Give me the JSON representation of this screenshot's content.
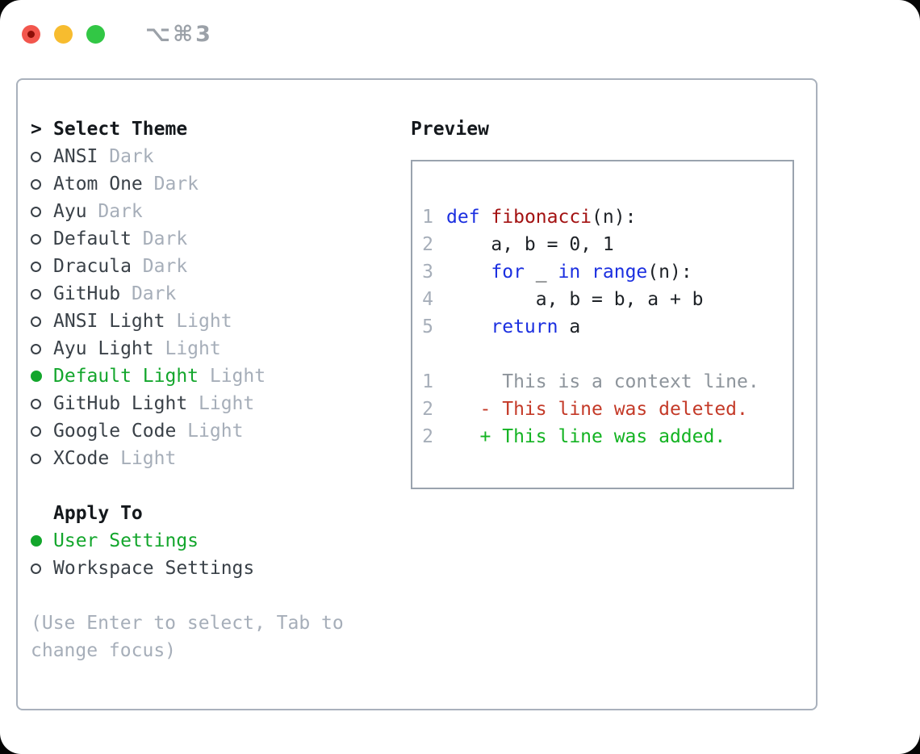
{
  "colors": {
    "ink": "#14181c",
    "item": "#3a4148",
    "muted": "#a6aeb9",
    "ctx": "#8d949b",
    "green": "#13a62c",
    "add": "#13b322",
    "del": "#c43a28",
    "kw": "#1b2fe0",
    "fn": "#a31212",
    "code": "#1d2126",
    "border-outer": "#a9b1bc",
    "border-inner": "#9aa3ae",
    "tl-red": "#f2564d",
    "tl-red-dot": "#8c0f08",
    "tl-yellow": "#f7bc2f",
    "tl-green": "#32c745",
    "shortcut": "#9ba1a8"
  },
  "titlebar": {
    "shortcut": "⌥⌘3",
    "controls": [
      "close",
      "minimize",
      "zoom"
    ]
  },
  "theme_panel": {
    "title_prefix": ">",
    "title": "Select Theme",
    "themes": [
      {
        "name": "ANSI",
        "tag": "Dark",
        "selected": false
      },
      {
        "name": "Atom One",
        "tag": "Dark",
        "selected": false
      },
      {
        "name": "Ayu",
        "tag": "Dark",
        "selected": false
      },
      {
        "name": "Default",
        "tag": "Dark",
        "selected": false
      },
      {
        "name": "Dracula",
        "tag": "Dark",
        "selected": false
      },
      {
        "name": "GitHub",
        "tag": "Dark",
        "selected": false
      },
      {
        "name": "ANSI Light",
        "tag": "Light",
        "selected": false
      },
      {
        "name": "Ayu Light",
        "tag": "Light",
        "selected": false
      },
      {
        "name": "Default Light",
        "tag": "Light",
        "selected": true
      },
      {
        "name": "GitHub Light",
        "tag": "Light",
        "selected": false
      },
      {
        "name": "Google Code",
        "tag": "Light",
        "selected": false
      },
      {
        "name": "XCode",
        "tag": "Light",
        "selected": false
      }
    ],
    "apply_to": {
      "title": "Apply To",
      "options": [
        {
          "name": "User Settings",
          "selected": true
        },
        {
          "name": "Workspace Settings",
          "selected": false
        }
      ]
    },
    "hint_lines": [
      "(Use Enter to select, Tab to",
      "change focus)"
    ]
  },
  "preview": {
    "title": "Preview",
    "lines": [
      {
        "num": "1",
        "tokens": [
          [
            "kw",
            "def"
          ],
          [
            "pl",
            " "
          ],
          [
            "fn",
            "fibonacci"
          ],
          [
            "pl",
            "(n):"
          ]
        ]
      },
      {
        "num": "2",
        "tokens": [
          [
            "pl",
            "    a, b = 0, 1"
          ]
        ]
      },
      {
        "num": "3",
        "tokens": [
          [
            "pl",
            "    "
          ],
          [
            "kw",
            "for"
          ],
          [
            "pl",
            " _ "
          ],
          [
            "kw",
            "in"
          ],
          [
            "pl",
            " "
          ],
          [
            "kw",
            "range"
          ],
          [
            "pl",
            "(n):"
          ]
        ]
      },
      {
        "num": "4",
        "tokens": [
          [
            "pl",
            "        a, b = b, a + b"
          ]
        ]
      },
      {
        "num": "5",
        "tokens": [
          [
            "pl",
            "    "
          ],
          [
            "kw",
            "return"
          ],
          [
            "pl",
            " a"
          ]
        ]
      },
      {
        "num": "",
        "tokens": []
      },
      {
        "num": "1",
        "tokens": [
          [
            "ctx",
            "     This is a context line."
          ]
        ]
      },
      {
        "num": "2",
        "tokens": [
          [
            "del",
            "   - This line was deleted."
          ]
        ]
      },
      {
        "num": "2",
        "tokens": [
          [
            "add",
            "   + This line was added."
          ]
        ]
      }
    ]
  }
}
